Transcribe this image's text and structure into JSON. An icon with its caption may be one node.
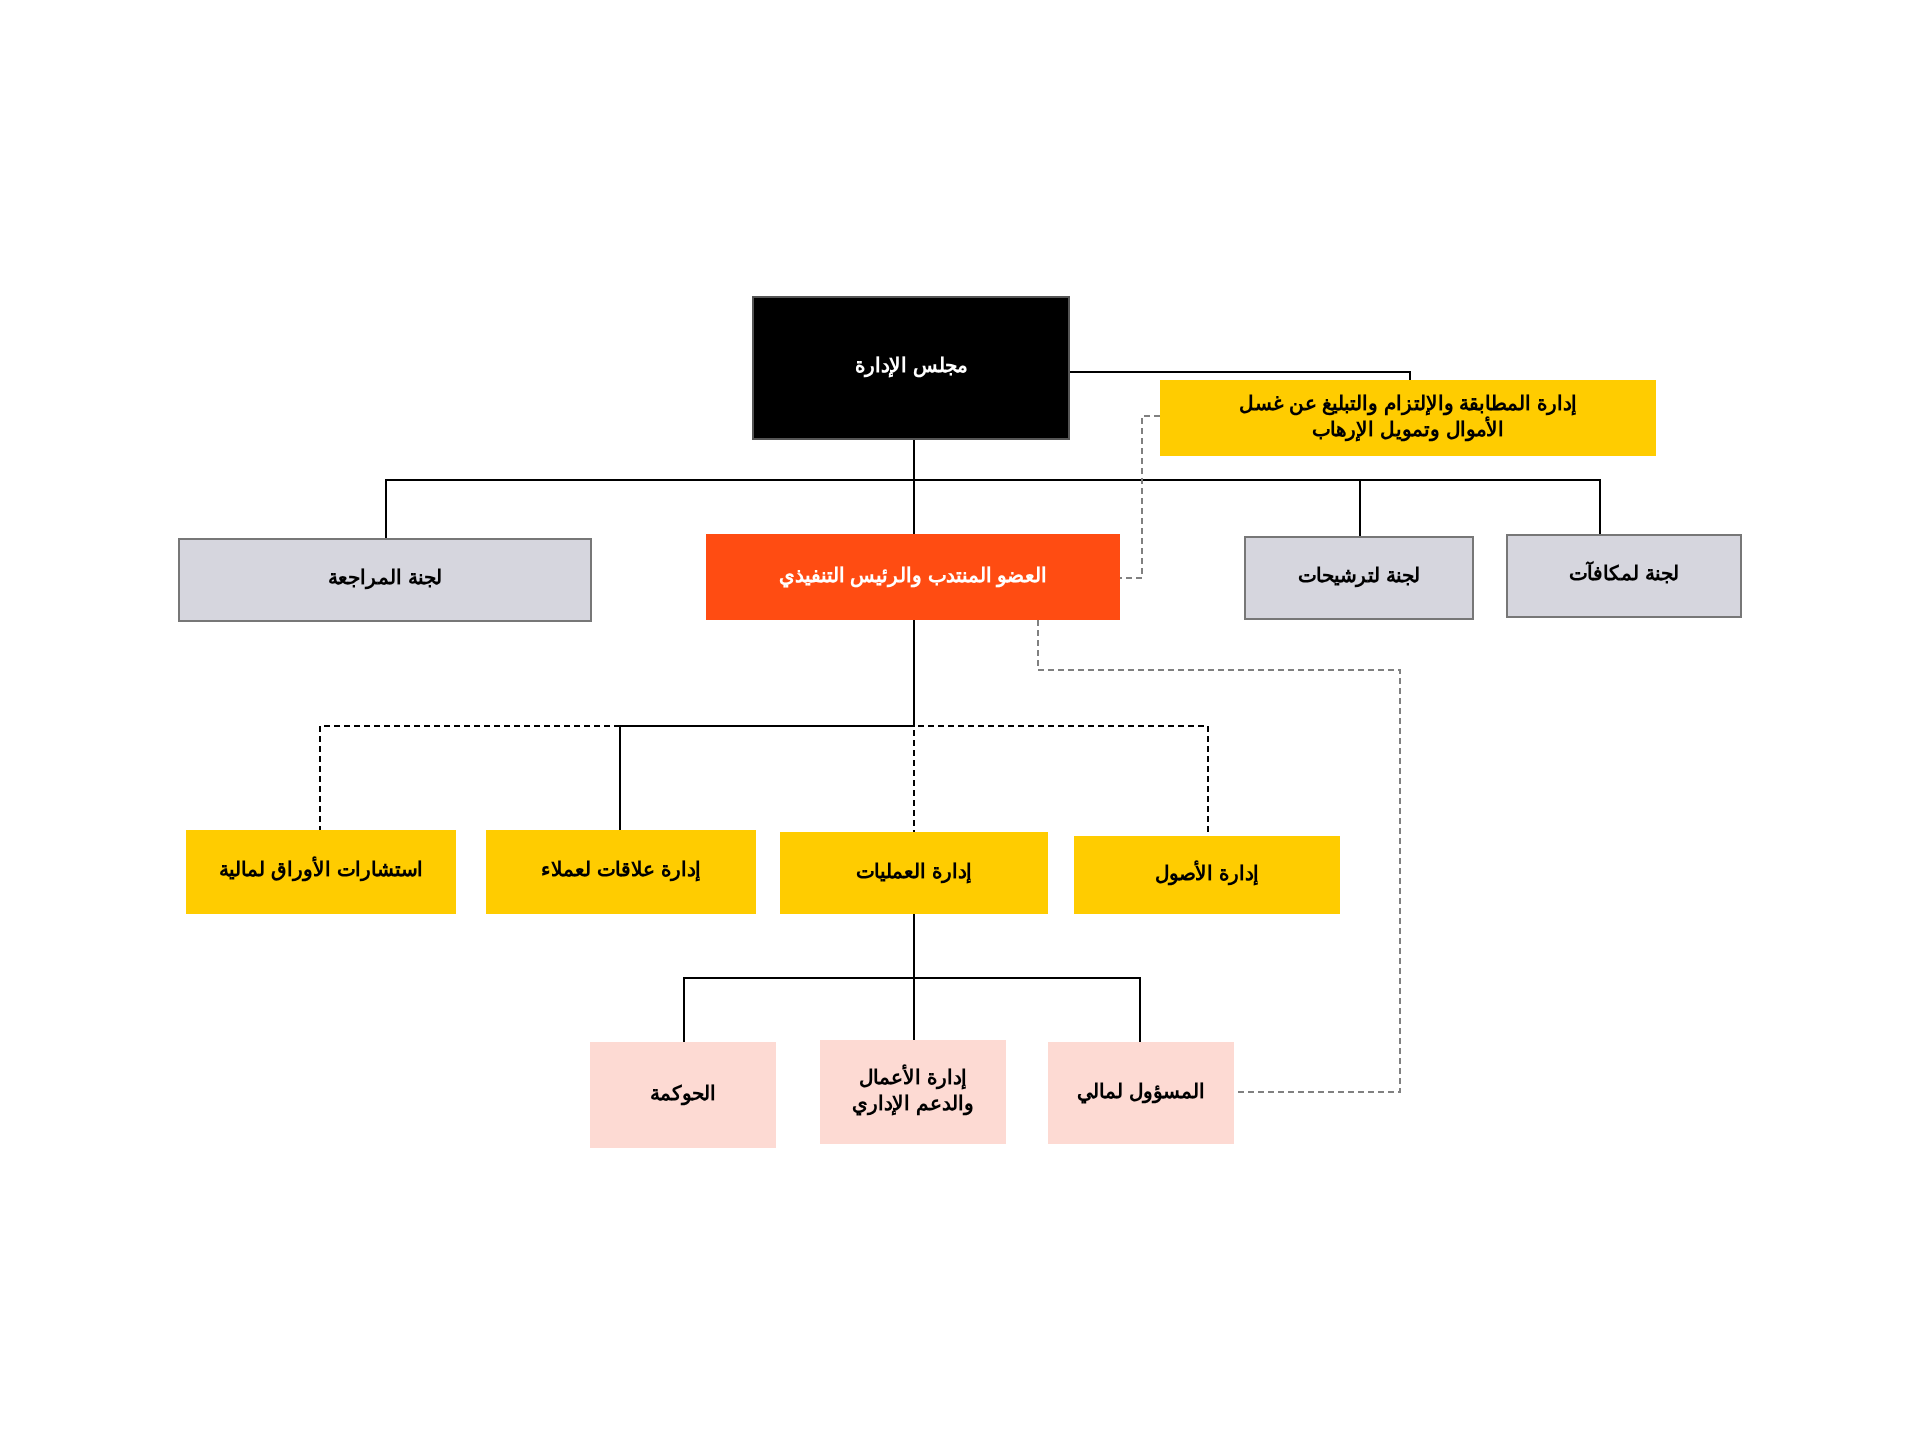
{
  "diagram": {
    "nodes": [
      {
        "text": [
          "مجلس الإدارة"
        ]
      },
      {
        "text": [
          "إدارة المطابقة والإلتزام والتبليغ عن غسل الأموال وتمويل الإرهاب"
        ]
      },
      {
        "text": [
          "لجنة المراجعة"
        ]
      },
      {
        "text": [
          "العضو المنتدب والرئيس التنفيذي"
        ]
      },
      {
        "text": [
          "لجنة لترشيحات"
        ]
      },
      {
        "text": [
          "لجنة لمكافآت"
        ]
      },
      {
        "text": [
          "استشارات الأوراق لمالية"
        ]
      },
      {
        "text": [
          "إدارة علاقات لعملاء"
        ]
      },
      {
        "text": [
          "إدارة العمليات"
        ]
      },
      {
        "text": [
          "إدارة الأصول"
        ]
      },
      {
        "text": [
          "الحوكمة"
        ]
      },
      {
        "text": [
          "إدارة الأعمال والدعم الإداري"
        ]
      },
      {
        "text": [
          "المسؤول لمالي"
        ]
      }
    ],
    "edges": [
      {
        "from": 0,
        "to": 1,
        "arrow": "none"
      },
      {
        "from": 0,
        "to": 2,
        "arrow": "none"
      },
      {
        "from": 0,
        "to": 3,
        "arrow": "none"
      },
      {
        "from": 0,
        "to": 4,
        "arrow": "none"
      },
      {
        "from": 0,
        "to": 5,
        "arrow": "none"
      },
      {
        "from": 1,
        "to": 3,
        "arrow": "none",
        "style": "dashed",
        "color": "#808080"
      },
      {
        "from": 3,
        "to": 6,
        "arrow": "none",
        "style": "dashed"
      },
      {
        "from": 3,
        "to": 7,
        "arrow": "none"
      },
      {
        "from": 3,
        "to": 8,
        "arrow": "none",
        "style": "dashed"
      },
      {
        "from": 3,
        "to": 9,
        "arrow": "none",
        "style": "dashed"
      },
      {
        "from": 3,
        "to": 12,
        "arrow": "none",
        "style": "dashed",
        "color": "#808080"
      },
      {
        "from": 8,
        "to": 10,
        "arrow": "none"
      },
      {
        "from": 8,
        "to": 11,
        "arrow": "none"
      },
      {
        "from": 8,
        "to": 12,
        "arrow": "none"
      }
    ]
  }
}
